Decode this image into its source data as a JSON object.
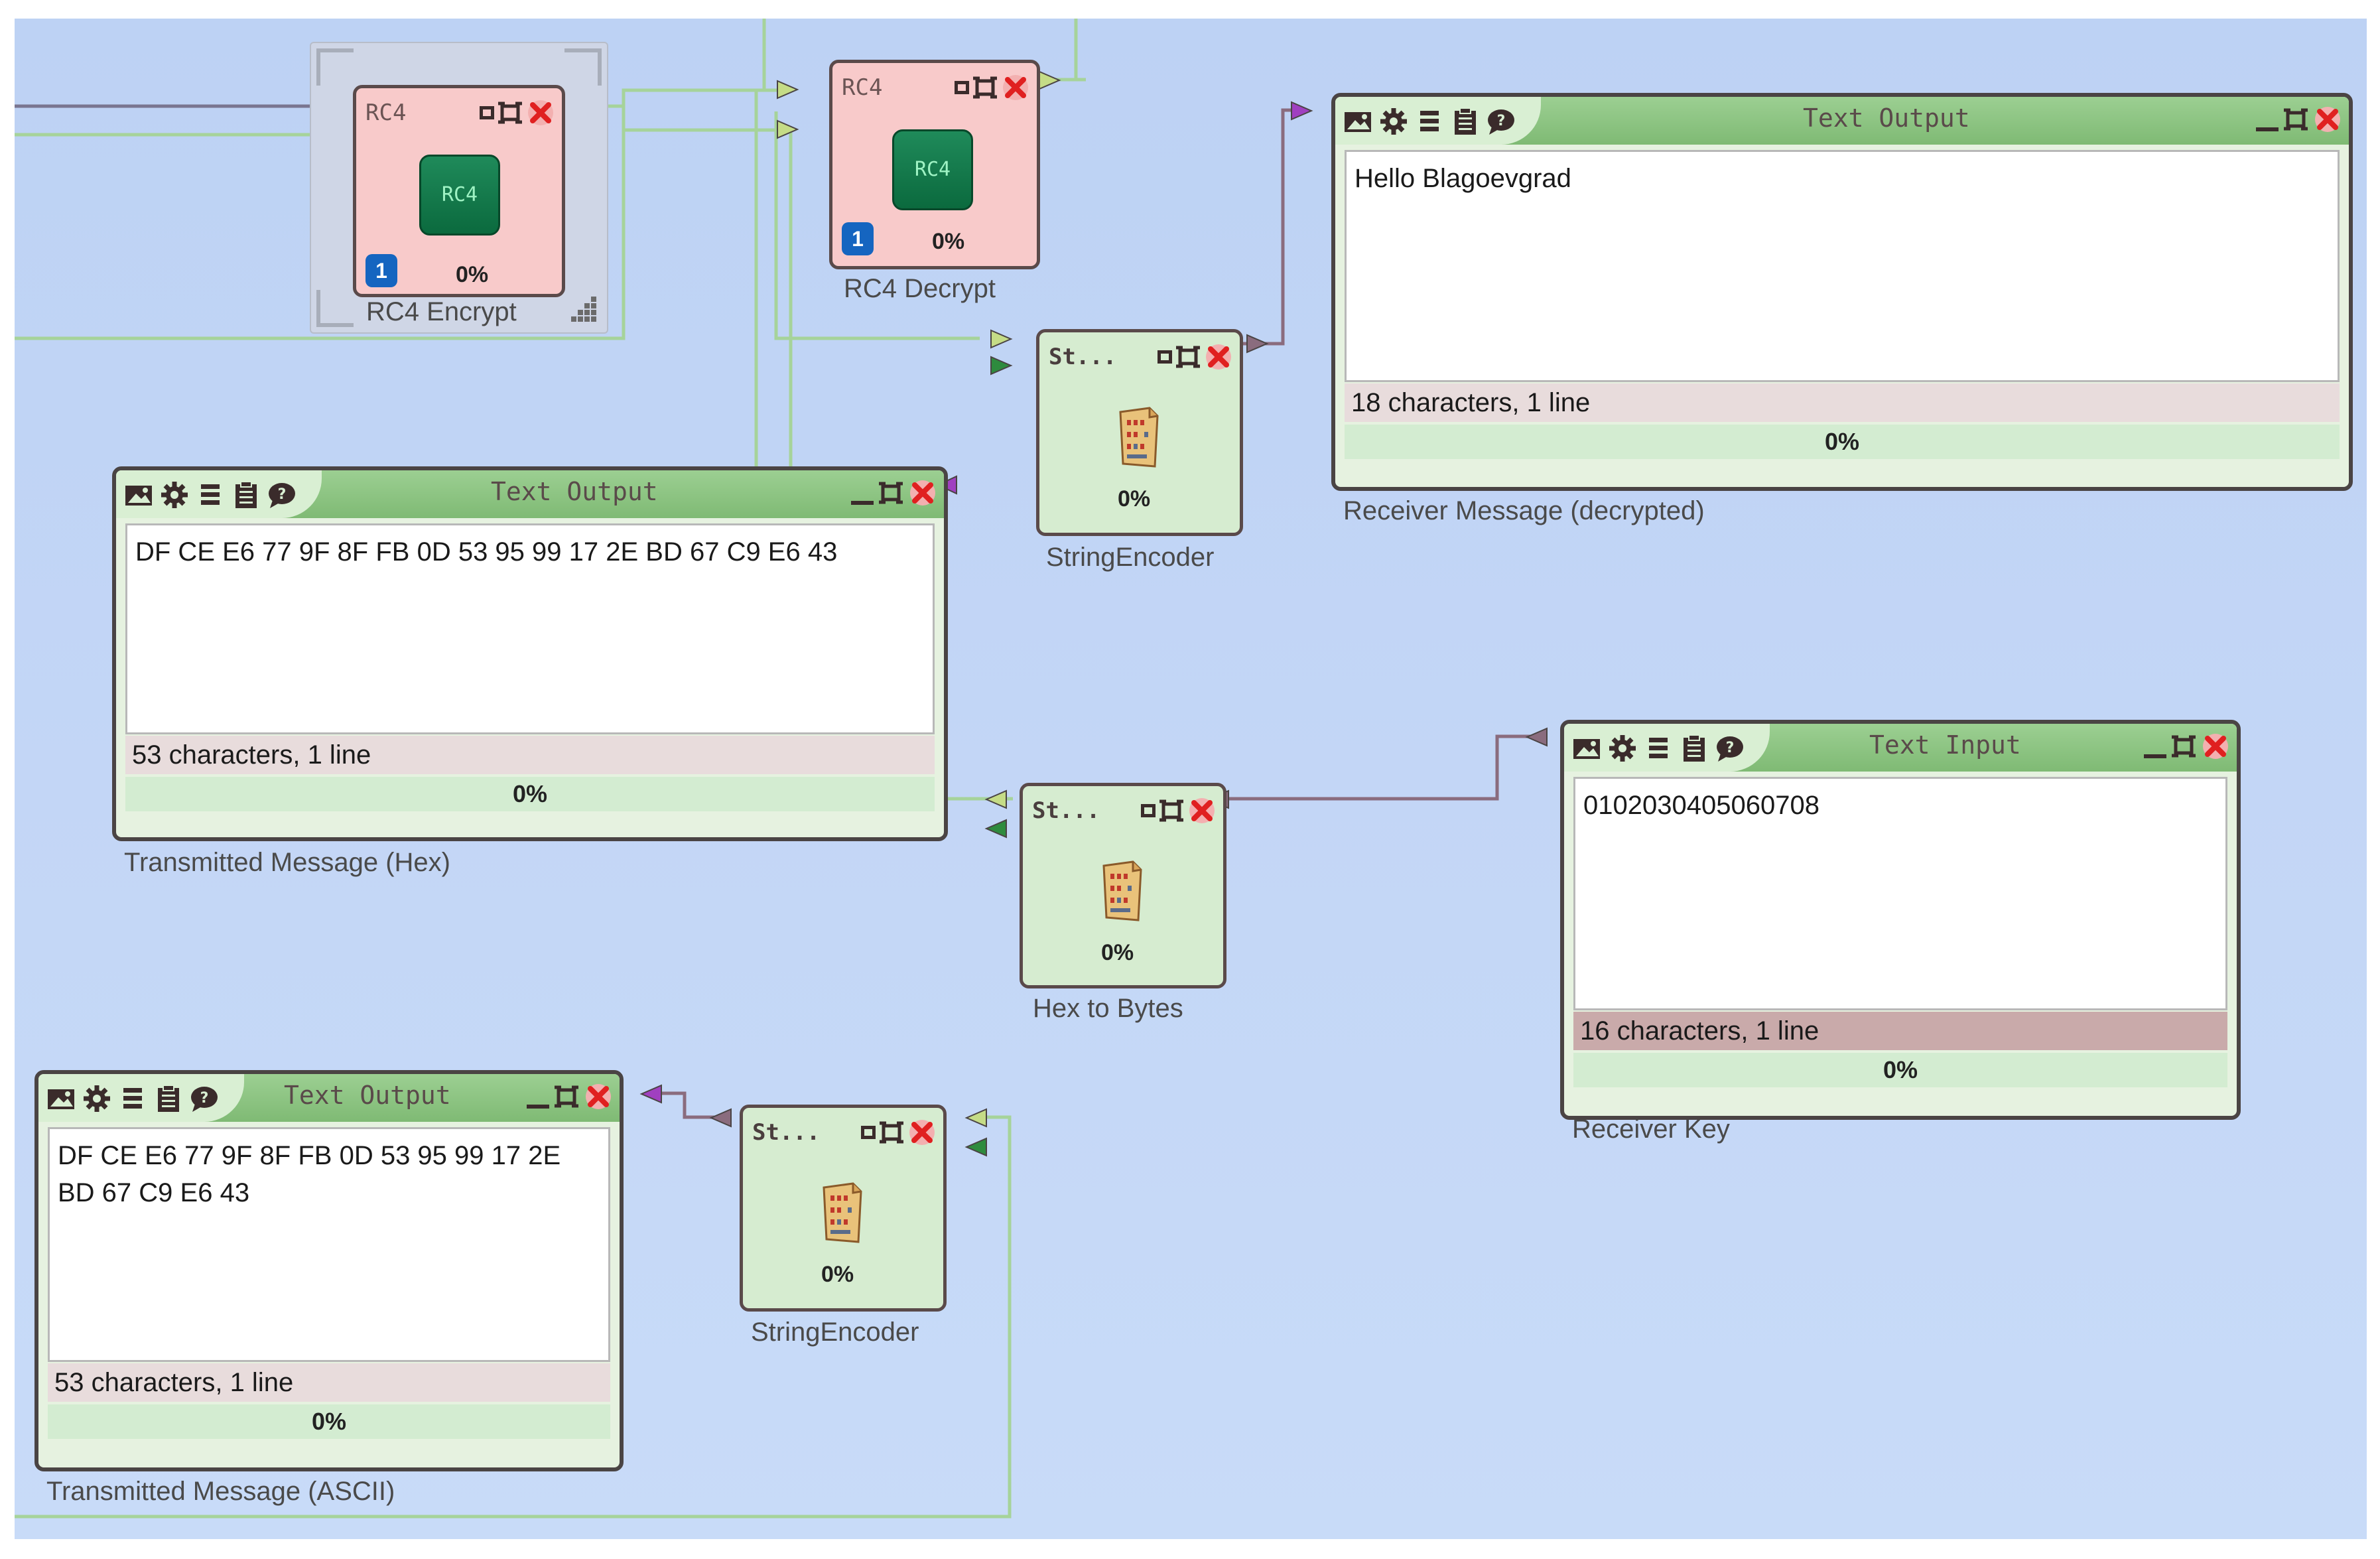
{
  "colors": {
    "canvas": "#c3d6f6",
    "wire_green": "#a6d39a",
    "wire_purple": "#8a6c7e",
    "rc4_node": "#f8caca",
    "encoder_node": "#d6ecd0",
    "panel_title": "#8cc582",
    "chip": "#0f7a48"
  },
  "nodes": {
    "rc4_encrypt": {
      "header": "RC4",
      "chip": "RC4",
      "badge": "1",
      "progress": "0%",
      "label": "RC4 Encrypt"
    },
    "rc4_decrypt": {
      "header": "RC4",
      "chip": "RC4",
      "badge": "1",
      "progress": "0%",
      "label": "RC4 Decrypt"
    },
    "string_encoder_top": {
      "header": "St...",
      "progress": "0%",
      "label": "StringEncoder"
    },
    "hex_to_bytes": {
      "header": "St...",
      "progress": "0%",
      "label": "Hex to Bytes"
    },
    "string_encoder_bottom": {
      "header": "St...",
      "progress": "0%",
      "label": "StringEncoder"
    }
  },
  "panels": {
    "receiver_message": {
      "title": "Text Output",
      "content": "Hello Blagoevgrad",
      "status": "18 characters,  1 line",
      "progress": "0%",
      "label": "Receiver Message (decrypted)"
    },
    "transmitted_hex": {
      "title": "Text Output",
      "content": "DF CE E6 77 9F 8F FB 0D 53 95 99 17 2E BD 67 C9 E6 43",
      "status": "53 characters,  1 line",
      "progress": "0%",
      "label": "Transmitted Message (Hex)"
    },
    "receiver_key": {
      "title": "Text Input",
      "content": "0102030405060708",
      "status": "16 characters,  1 line",
      "progress": "0%",
      "label": "Receiver Key"
    },
    "transmitted_ascii": {
      "title": "Text Output",
      "content": "DF CE E6 77 9F 8F FB 0D 53 95 99 17 2E\nBD 67 C9 E6 43",
      "status": "53 characters,  1 line",
      "progress": "0%",
      "label": "Transmitted Message (ASCII)"
    }
  }
}
